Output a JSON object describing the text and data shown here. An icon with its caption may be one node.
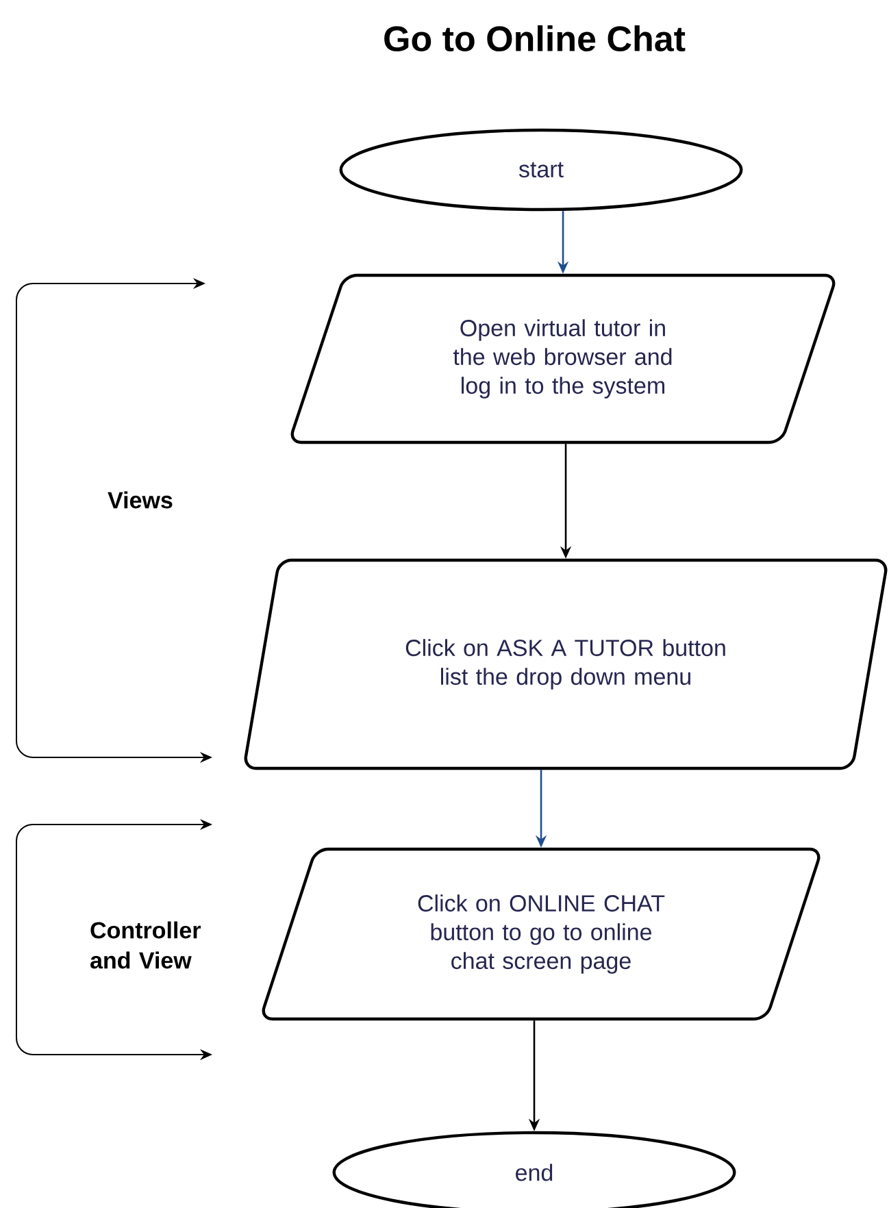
{
  "diagram": {
    "title": "Go to Online Chat",
    "nodes": [
      {
        "text": [
          "start"
        ]
      },
      {
        "text": [
          "Open virtual tutor in the web browser and log in to the system"
        ]
      },
      {
        "text": [
          "Click on ASK A TUTOR button list the drop down menu"
        ]
      },
      {
        "text": [
          "Click on ONLINE CHAT button to go to online chat screen page"
        ]
      },
      {
        "text": [
          "end"
        ]
      }
    ],
    "edges": [
      {
        "from": 0,
        "to": 1,
        "arrow": "to",
        "color": "#1f4e8c"
      },
      {
        "from": 1,
        "to": 2,
        "arrow": "to",
        "color": "#000000"
      },
      {
        "from": 2,
        "to": 3,
        "arrow": "to",
        "color": "#1f4e8c"
      },
      {
        "from": 3,
        "to": 4,
        "arrow": "to",
        "color": "#000000"
      }
    ],
    "labels": [
      "Views",
      "Controller and View"
    ]
  }
}
